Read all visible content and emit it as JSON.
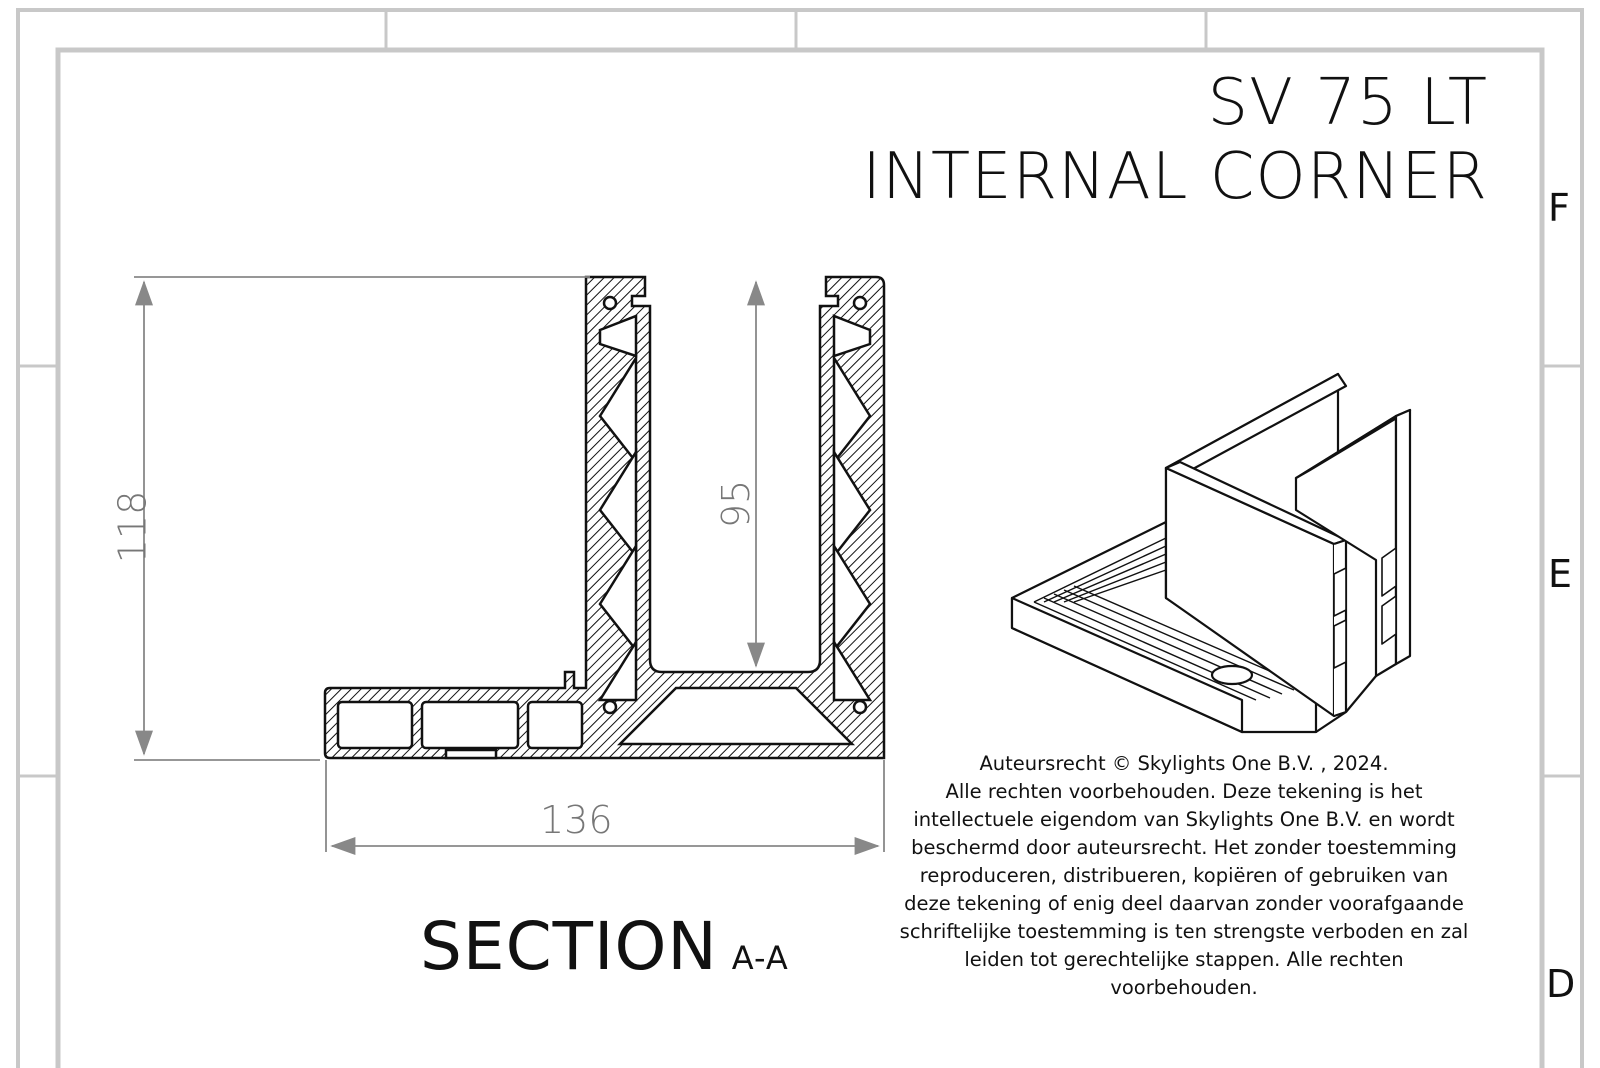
{
  "title_block": {
    "title_line1": "SV 75 LT",
    "title_line2": "INTERNAL CORNER"
  },
  "zone_labels": {
    "F": "F",
    "E": "E",
    "D": "D"
  },
  "dimensions": {
    "height_total": "118",
    "glass_channel_depth": "95",
    "width_total": "136"
  },
  "section": {
    "label": "SECTION",
    "name": "A-A"
  },
  "copyright": {
    "lines": [
      "Auteursrecht © Skylights One B.V. , 2024.",
      "Alle rechten voorbehouden. Deze tekening is het",
      "intellectuele eigendom van Skylights One B.V. en wordt",
      "beschermd door auteursrecht. Het zonder toestemming",
      "reproduceren, distribueren, kopiëren of gebruiken van",
      "deze tekening of enig deel daarvan zonder voorafgaande",
      "schriftelijke toestemming is ten strengste verboden en zal",
      "leiden tot gerechtelijke stappen. Alle rechten",
      "voorbehouden."
    ]
  },
  "colors": {
    "line": "#111111",
    "frame": "#c8c8c8",
    "dimension": "#777777"
  }
}
